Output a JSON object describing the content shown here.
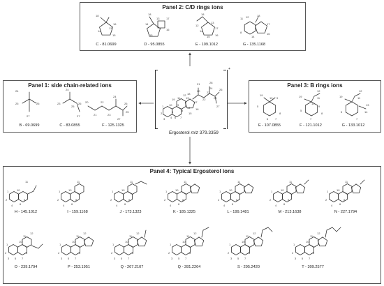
{
  "panels": {
    "cd": {
      "title": "Panel 2: C/D rings ions",
      "ions": [
        {
          "label": "C - 81.0699"
        },
        {
          "label": "D - 95.0855"
        },
        {
          "label": "E - 109.1012"
        },
        {
          "label": "G - 135.1168"
        }
      ]
    },
    "side": {
      "title": "Panel 1: side chain-related ions",
      "ions": [
        {
          "label": "B - 69.0699"
        },
        {
          "label": "C - 83.0855"
        },
        {
          "label": "F - 125.1325"
        }
      ]
    },
    "b": {
      "title": "Panel 3: B rings ions",
      "ions": [
        {
          "label": "E - 107.0855"
        },
        {
          "label": "F - 121.1012"
        },
        {
          "label": "G - 133.1012"
        }
      ]
    },
    "typical": {
      "title": "Panel 4: Typical Ergosterol ions",
      "row1": [
        {
          "label": "H - 145.1012"
        },
        {
          "label": "I - 159.1168"
        },
        {
          "label": "J - 173.1323"
        },
        {
          "label": "K - 185.1325"
        },
        {
          "label": "L - 199.1481"
        },
        {
          "label": "M - 213.1638"
        },
        {
          "label": "N - 227.1794"
        }
      ],
      "row2": [
        {
          "label": "O - 239.1794"
        },
        {
          "label": "P - 253.1951"
        },
        {
          "label": "Q - 267.2107"
        },
        {
          "label": "Q - 281.2264"
        },
        {
          "label": "S - 295.2420"
        },
        {
          "label": "T - 309.2577"
        }
      ]
    }
  },
  "ergosterol": {
    "name": "Ergosterol",
    "mz_label": "m/z",
    "mass": "379.3359",
    "superscript": "+"
  }
}
